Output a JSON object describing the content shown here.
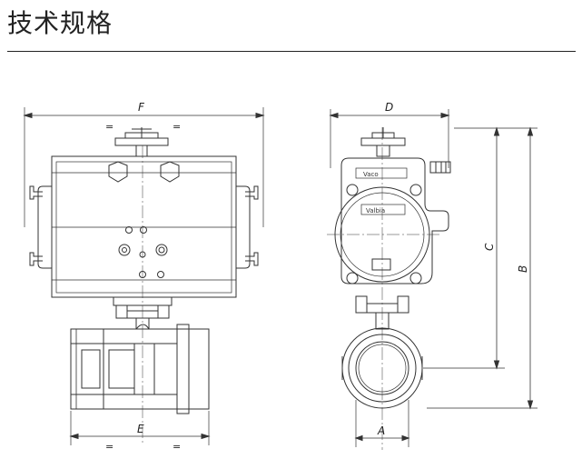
{
  "page": {
    "title": "技术规格"
  },
  "drawing": {
    "dimensions": {
      "A": "A",
      "B": "B",
      "C": "C",
      "D": "D",
      "E": "E",
      "F": "F"
    },
    "equal_sign": "=",
    "nameplate_line1": "Vaco",
    "nameplate_line2": "Valbia"
  }
}
